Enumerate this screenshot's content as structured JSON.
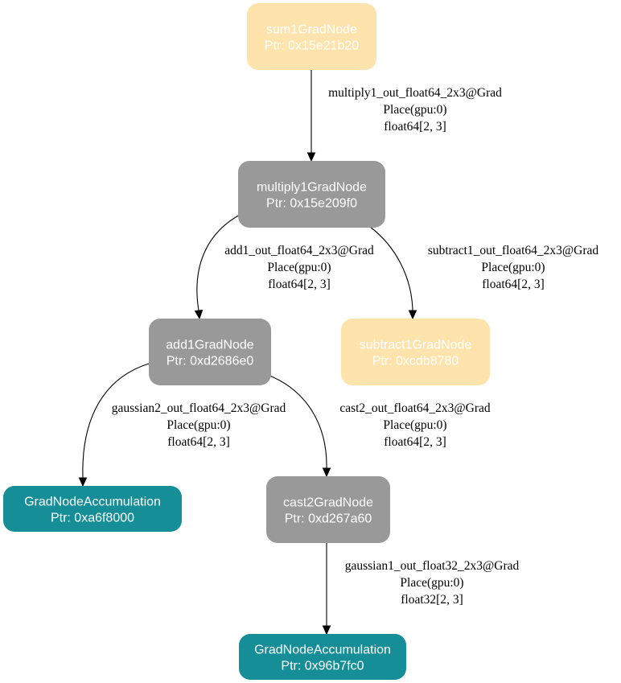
{
  "colors": {
    "grad_node": "#999999",
    "leaf_node": "#ffe3ad",
    "accumulation_node": "#158e97",
    "edge": "#000000"
  },
  "nodes": [
    {
      "id": "sum1",
      "name": "sum1GradNode",
      "ptr": "Ptr: 0x15e21b20",
      "kind": "leaf_node"
    },
    {
      "id": "multiply1",
      "name": "multiply1GradNode",
      "ptr": "Ptr: 0x15e209f0",
      "kind": "grad_node"
    },
    {
      "id": "add1",
      "name": "add1GradNode",
      "ptr": "Ptr: 0xd2686e0",
      "kind": "grad_node"
    },
    {
      "id": "subtract1",
      "name": "subtract1GradNode",
      "ptr": "Ptr: 0xcdb8780",
      "kind": "leaf_node"
    },
    {
      "id": "acc1",
      "name": "GradNodeAccumulation",
      "ptr": "Ptr: 0xa6f8000",
      "kind": "accumulation_node"
    },
    {
      "id": "cast2",
      "name": "cast2GradNode",
      "ptr": "Ptr: 0xd267a60",
      "kind": "grad_node"
    },
    {
      "id": "acc2",
      "name": "GradNodeAccumulation",
      "ptr": "Ptr: 0x96b7fc0",
      "kind": "accumulation_node"
    }
  ],
  "edges": [
    {
      "from": "sum1",
      "to": "multiply1",
      "lines": [
        "multiply1_out_float64_2x3@Grad",
        "Place(gpu:0)",
        "float64[2, 3]"
      ]
    },
    {
      "from": "multiply1",
      "to": "add1",
      "lines": [
        "add1_out_float64_2x3@Grad",
        "Place(gpu:0)",
        "float64[2, 3]"
      ]
    },
    {
      "from": "multiply1",
      "to": "subtract1",
      "lines": [
        "subtract1_out_float64_2x3@Grad",
        "Place(gpu:0)",
        "float64[2, 3]"
      ]
    },
    {
      "from": "add1",
      "to": "acc1",
      "lines": [
        "gaussian2_out_float64_2x3@Grad",
        "Place(gpu:0)",
        "float64[2, 3]"
      ]
    },
    {
      "from": "add1",
      "to": "cast2",
      "lines": [
        "cast2_out_float64_2x3@Grad",
        "Place(gpu:0)",
        "float64[2, 3]"
      ]
    },
    {
      "from": "cast2",
      "to": "acc2",
      "lines": [
        "gaussian1_out_float32_2x3@Grad",
        "Place(gpu:0)",
        "float32[2, 3]"
      ]
    }
  ]
}
